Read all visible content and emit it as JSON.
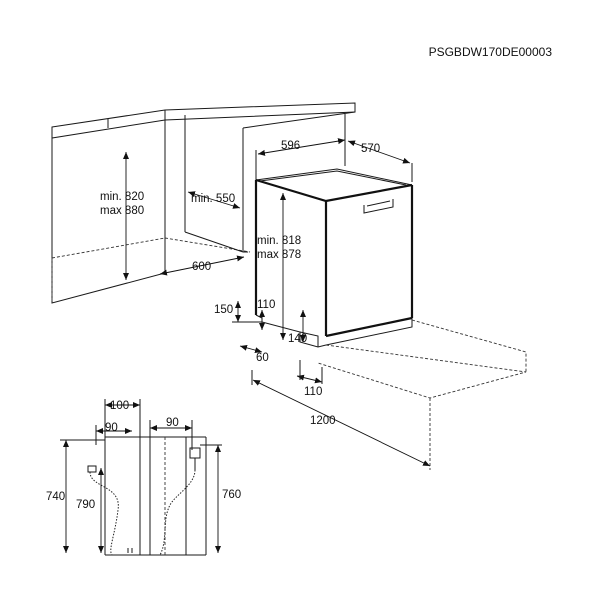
{
  "code": "PSGBDW170DE00003",
  "labels": {
    "width_appliance": "596",
    "depth_appliance": "570",
    "niche_height_min": "min. 820",
    "niche_height_max": "max 880",
    "niche_depth": "min. 550",
    "niche_width": "600",
    "appl_height_min": "min. 818",
    "appl_height_max": "max 878",
    "plinth_150": "150",
    "plinth_110": "110",
    "plinth_140": "140",
    "plinth_60": "60",
    "plinth_110b": "110",
    "floor_1200": "1200",
    "side_100": "100",
    "side_90a": "90",
    "side_90b": "90",
    "side_740": "740",
    "side_790": "790",
    "side_760": "760"
  }
}
